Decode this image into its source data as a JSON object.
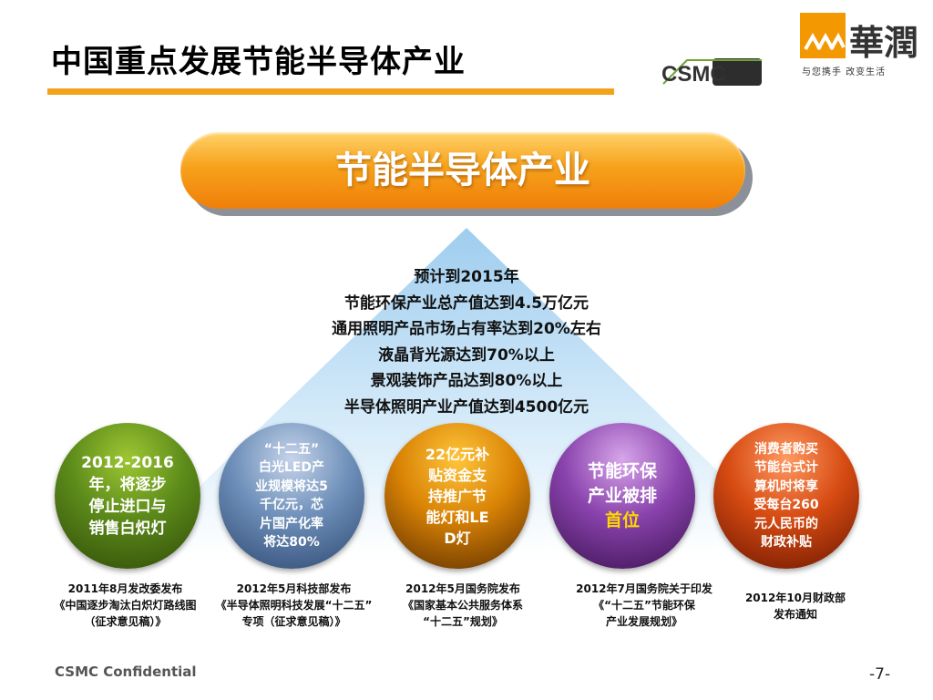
{
  "slide": {
    "title": "中国重点发展节能半导体产业",
    "banner": "节能半导体产业",
    "triangle_lines": [
      "预计到2015年",
      "节能环保产业总产值达到4.5万亿元",
      "通用照明产品市场占有率达到20%左右",
      "液晶背光源达到70%以上",
      "景观装饰产品达到80%以上",
      "半导体照明产业产值达到4500亿元"
    ],
    "circles": [
      {
        "lines": [
          "2012-2016",
          "年，将逐步",
          "停止进口与",
          "销售白炽灯"
        ],
        "color": "#5c8a1a"
      },
      {
        "lines": [
          "“十二五”",
          "白光LED产",
          "业规模将达5",
          "千亿元，芯",
          "片国产化率",
          "将达80%"
        ],
        "color": "#6d8fb9"
      },
      {
        "lines": [
          "22亿元补",
          "贴资金支",
          "持推广节",
          "能灯和LE",
          "D灯"
        ],
        "color": "#d98305"
      },
      {
        "lines": [
          "节能环保",
          "产业被排"
        ],
        "highlight": "首位",
        "color": "#8a43ad"
      },
      {
        "lines": [
          "消费者购买",
          "节能台式计",
          "算机时将享",
          "受每台260",
          "元人民币的",
          "财政补贴"
        ],
        "color": "#d64b12"
      }
    ],
    "captions": [
      [
        "2011年8月发改委发布",
        "《中国逐步淘汰白炽灯路线图",
        "（征求意见稿）》"
      ],
      [
        "2012年5月科技部发布",
        "《半导体照明科技发展“十二五”",
        "专项（征求意见稿）》"
      ],
      [
        "2012年5月国务院发布",
        "《国家基本公共服务体系",
        "“十二五”规划》"
      ],
      [
        "2012年7月国务院关于印发",
        "《“十二五”节能环保",
        "产业发展规划》"
      ],
      [
        "2012年10月财政部",
        "发布通知"
      ]
    ],
    "footer": "CSMC Confidential",
    "page_number": "-7-"
  },
  "logos": {
    "csmc_text": "CSMC",
    "huarun_name": "華潤",
    "huarun_slogan": "与您携手 改变生活"
  },
  "colors": {
    "accent_orange": "#f3a31b",
    "triangle_blue": "#bcdcf3",
    "highlight_yellow": "#ffd700"
  }
}
